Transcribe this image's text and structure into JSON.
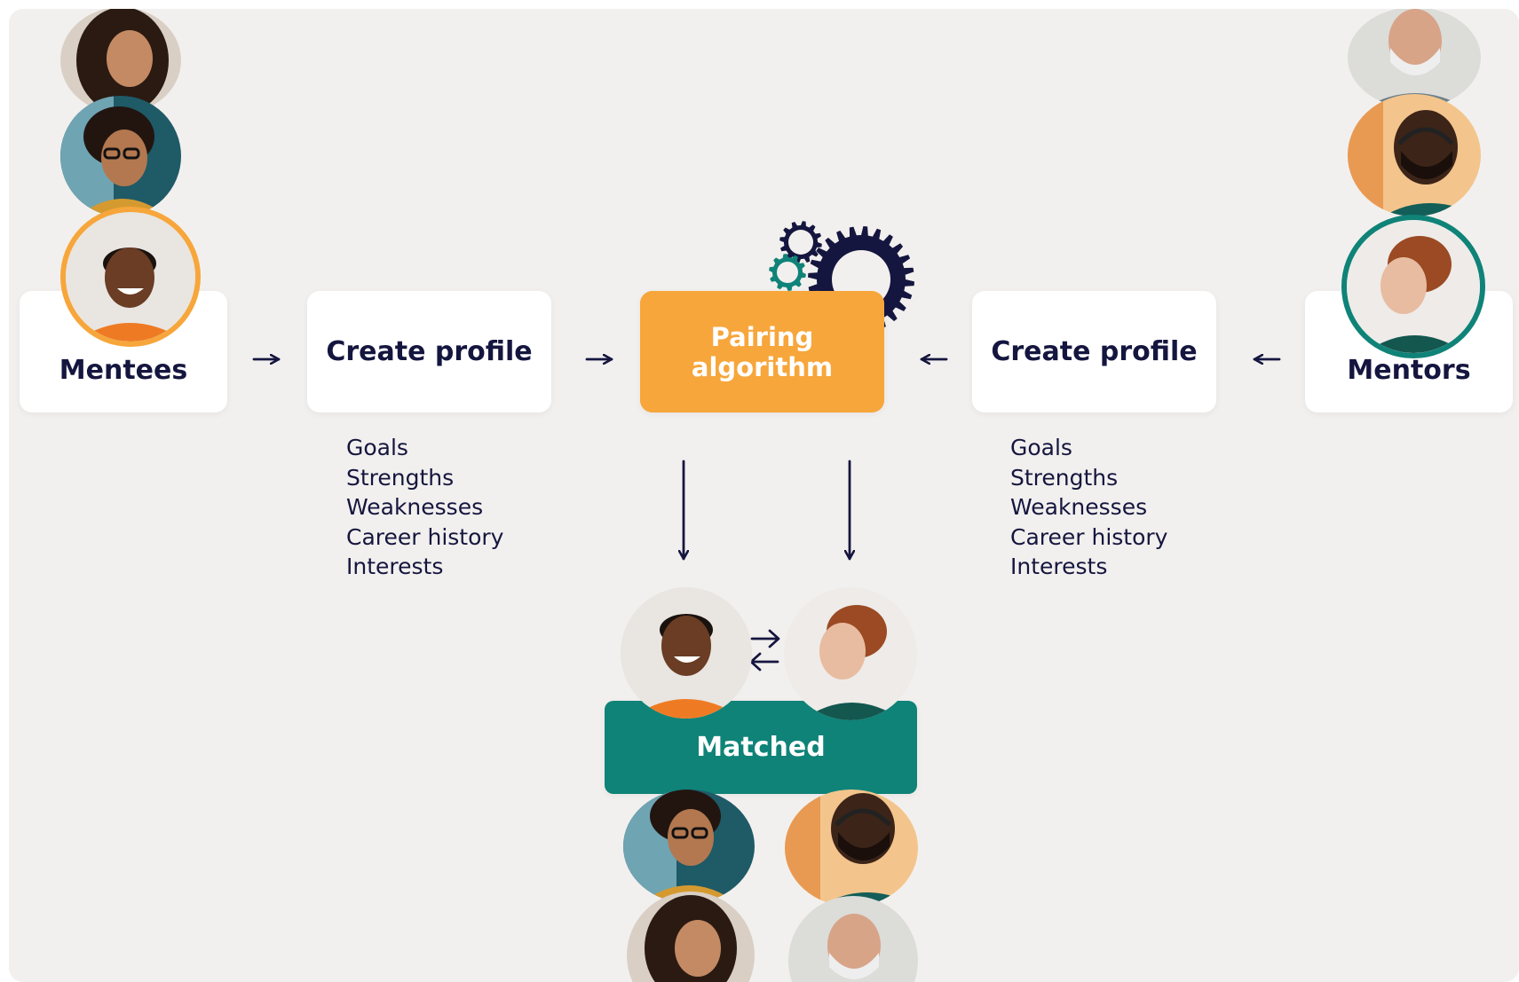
{
  "colors": {
    "background": "#f2f0ee",
    "card": "#ffffff",
    "text": "#15163f",
    "orange": "#f7a63b",
    "teal": "#0f8378",
    "navy": "#15163f"
  },
  "mentees": {
    "label": "Mentees"
  },
  "mentors": {
    "label": "Mentors"
  },
  "mentee_profile": {
    "label": "Create profile",
    "attributes": [
      "Goals",
      "Strengths",
      "Weaknesses",
      "Career history",
      "Interests"
    ]
  },
  "mentor_profile": {
    "label": "Create profile",
    "attributes": [
      "Goals",
      "Strengths",
      "Weaknesses",
      "Career history",
      "Interests"
    ]
  },
  "algorithm": {
    "line1": "Pairing",
    "line2": "algorithm",
    "icon": "gears-icon"
  },
  "matched": {
    "label": "Matched",
    "icon": "swap-arrows-icon"
  },
  "photos": [
    "mentee-curly-hair",
    "mentee-glasses",
    "mentee-orange-shirt",
    "mentor-grey-beard",
    "mentor-headset",
    "mentor-red-hair"
  ]
}
